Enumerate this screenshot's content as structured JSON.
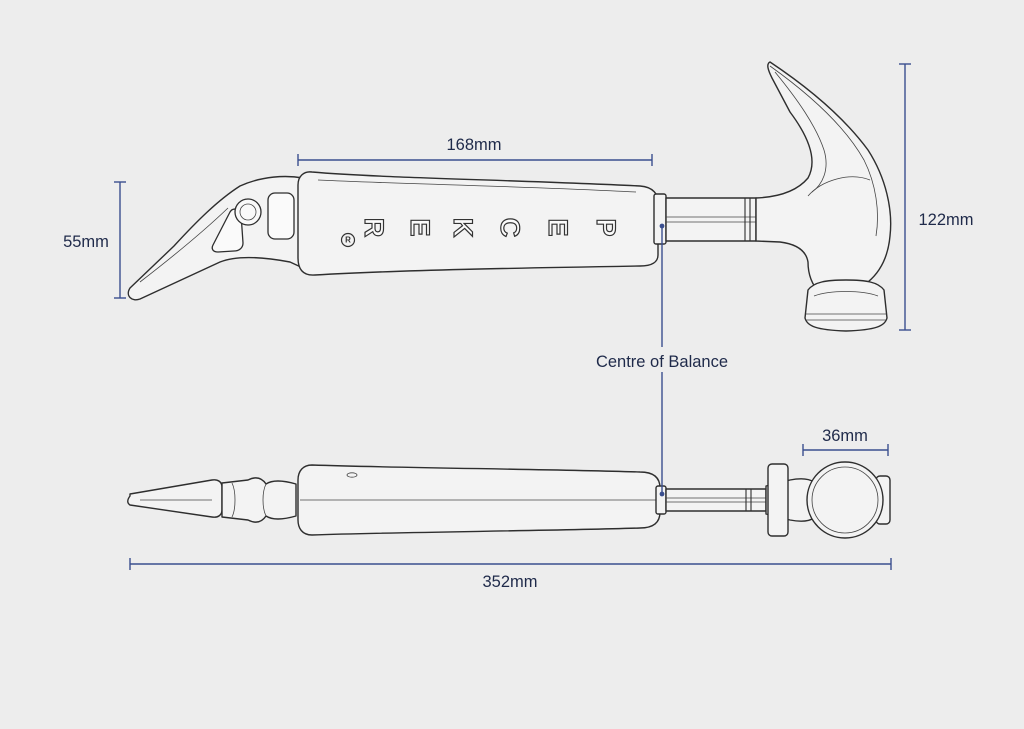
{
  "figure": {
    "dimensions": {
      "handle_length": "168mm",
      "tip_height": "55mm",
      "head_height": "122mm",
      "head_width": "36mm",
      "overall_length": "352mm"
    },
    "annotation": "Centre of Balance",
    "brand_letters": [
      "P",
      "E",
      "C",
      "K",
      "E",
      "R"
    ],
    "registered_mark": "R"
  },
  "colors": {
    "background": "#ededed",
    "dimension_line": "#3a4f8f",
    "outline": "#2e2e2e"
  }
}
